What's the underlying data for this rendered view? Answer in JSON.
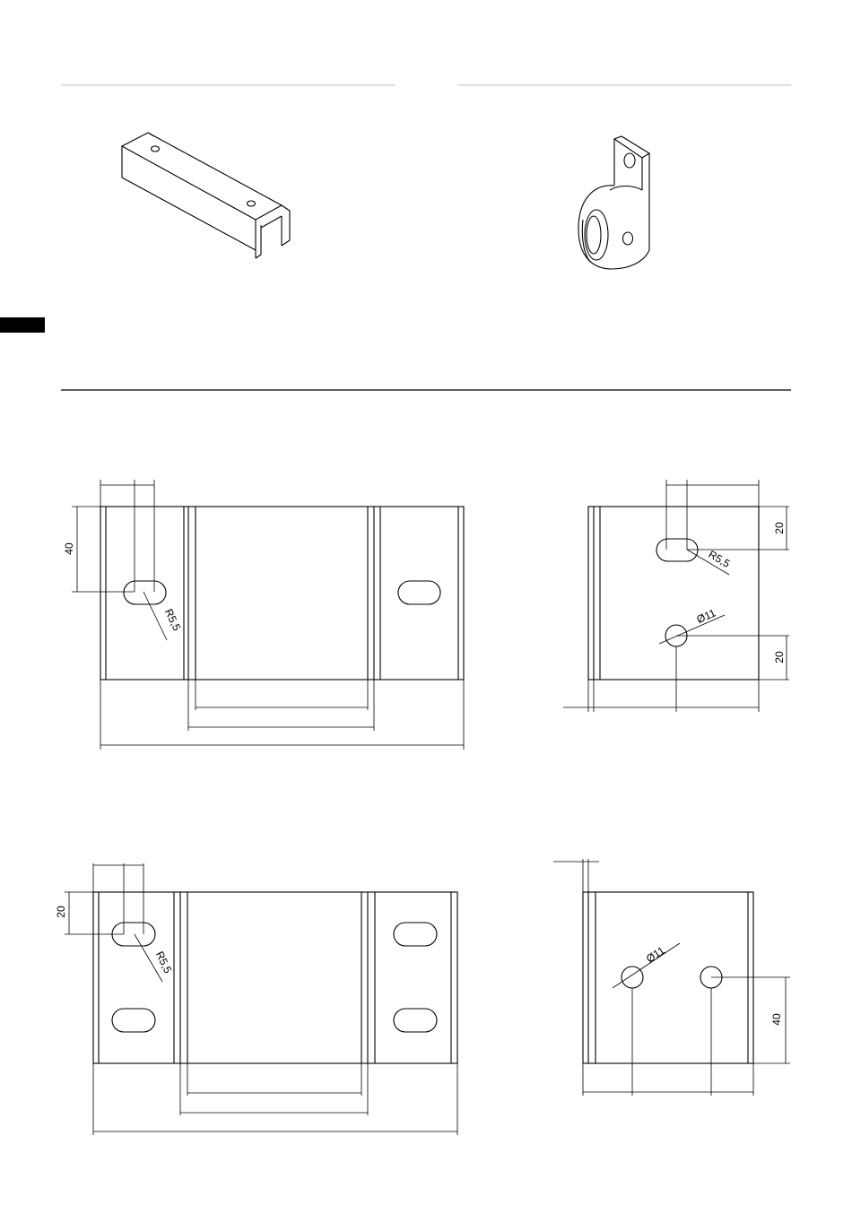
{
  "dimensions": {
    "d40_a": "40",
    "r55_a": "R5,5",
    "d20_top": "20",
    "r55_b": "R5,5",
    "dia11_a": "Ø11",
    "d20_bottom": "20",
    "d20_c": "20",
    "r55_c": "R5,5",
    "dia11_b": "Ø11",
    "d40_b": "40"
  },
  "colors": {
    "line": "#000000",
    "rule_light": "#bdbdbd",
    "tab": "#000000"
  }
}
